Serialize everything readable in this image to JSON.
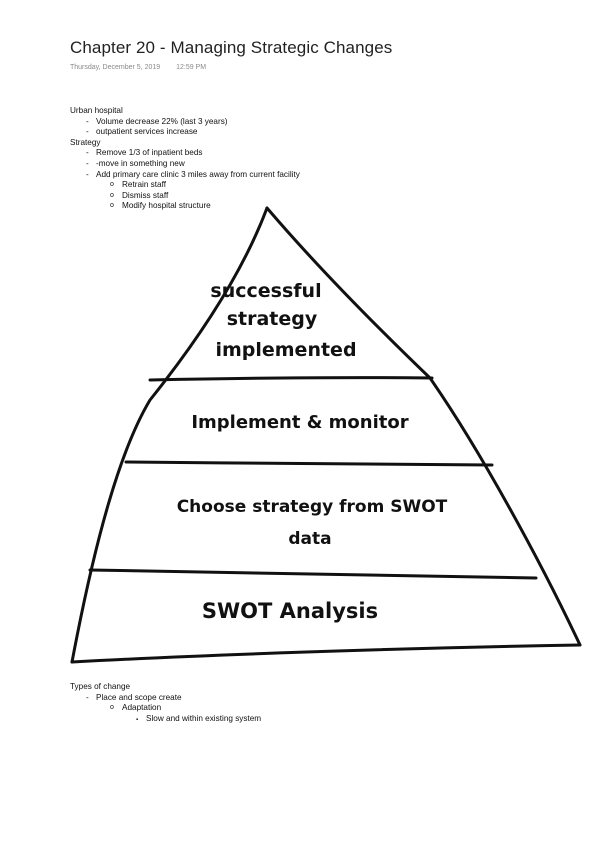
{
  "title": "Chapter 20 - Managing Strategic Changes",
  "date": "Thursday, December 5, 2019",
  "time": "12:59 PM",
  "notes_top": {
    "heading1": "Urban hospital",
    "h1_items": [
      "Volume decrease 22% (last 3 years)",
      "outpatient services increase"
    ],
    "heading2": "Strategy",
    "h2_items": [
      "Remove 1/3 of inpatient beds",
      "-move in something new",
      "Add primary care clinic 3 miles away from current facility"
    ],
    "h2_sub": [
      "Retrain staff",
      "Dismiss staff",
      "Modify hospital structure"
    ]
  },
  "pyramid": {
    "top_lines": [
      "successful",
      "strategy",
      "implemented"
    ],
    "level2": "Implement & monitor",
    "level3_lines": [
      "Choose strategy from SWOT",
      "data"
    ],
    "level4": "SWOT Analysis"
  },
  "notes_bottom": {
    "heading": "Types of change",
    "item": "Place and scope create",
    "sub": "Adaptation",
    "subsub": "Slow and within existing system"
  },
  "bullets": {
    "dash": "-",
    "circle": "o",
    "square": "▪"
  }
}
